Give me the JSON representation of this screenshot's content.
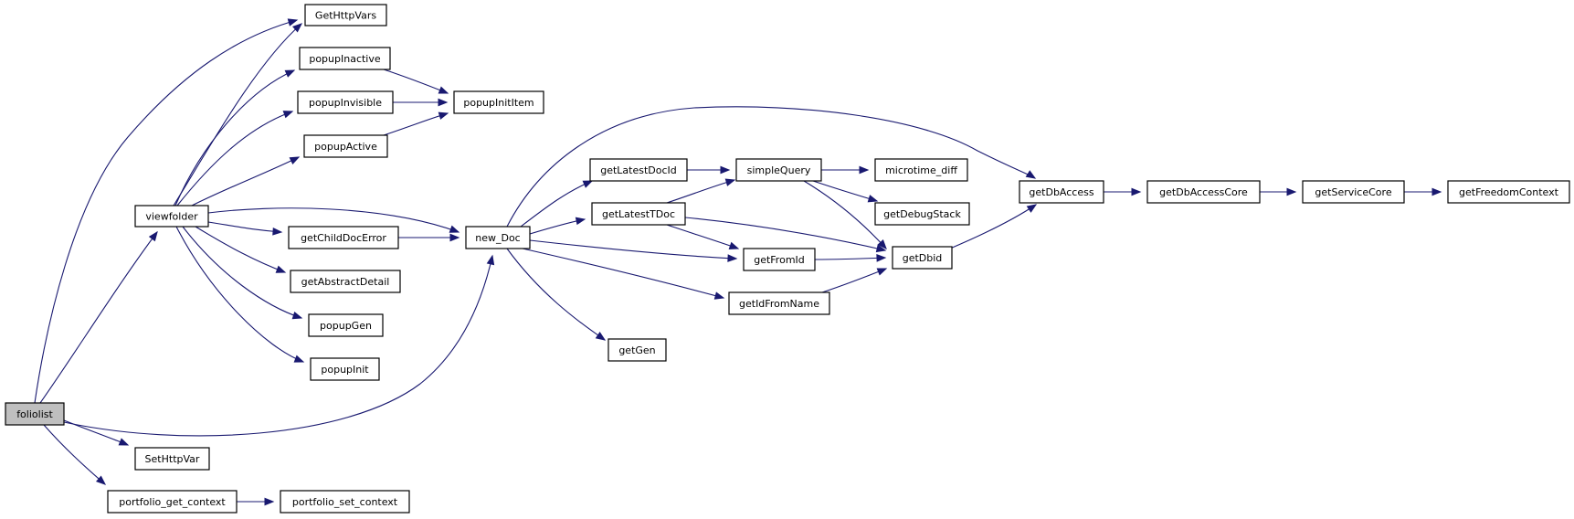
{
  "diagram": {
    "nodes": [
      {
        "id": "foliolist",
        "label": "foliolist",
        "root": true
      },
      {
        "id": "GetHttpVars",
        "label": "GetHttpVars"
      },
      {
        "id": "popupInactive",
        "label": "popupInactive"
      },
      {
        "id": "popupInvisible",
        "label": "popupInvisible"
      },
      {
        "id": "popupActive",
        "label": "popupActive"
      },
      {
        "id": "popupInitItem",
        "label": "popupInitItem"
      },
      {
        "id": "viewfolder",
        "label": "viewfolder"
      },
      {
        "id": "getChildDocError",
        "label": "getChildDocError"
      },
      {
        "id": "getAbstractDetail",
        "label": "getAbstractDetail"
      },
      {
        "id": "popupGen",
        "label": "popupGen"
      },
      {
        "id": "popupInit",
        "label": "popupInit"
      },
      {
        "id": "new_Doc",
        "label": "new_Doc"
      },
      {
        "id": "getLatestDocId",
        "label": "getLatestDocId"
      },
      {
        "id": "getLatestTDoc",
        "label": "getLatestTDoc"
      },
      {
        "id": "simpleQuery",
        "label": "simpleQuery"
      },
      {
        "id": "microtime_diff",
        "label": "microtime_diff"
      },
      {
        "id": "getDebugStack",
        "label": "getDebugStack"
      },
      {
        "id": "getFromId",
        "label": "getFromId"
      },
      {
        "id": "getIdFromName",
        "label": "getIdFromName"
      },
      {
        "id": "getGen",
        "label": "getGen"
      },
      {
        "id": "getDbid",
        "label": "getDbid"
      },
      {
        "id": "getDbAccess",
        "label": "getDbAccess"
      },
      {
        "id": "getDbAccessCore",
        "label": "getDbAccessCore"
      },
      {
        "id": "getServiceCore",
        "label": "getServiceCore"
      },
      {
        "id": "getFreedomContext",
        "label": "getFreedomContext"
      },
      {
        "id": "SetHttpVar",
        "label": "SetHttpVar"
      },
      {
        "id": "portfolio_get_context",
        "label": "portfolio_get_context"
      },
      {
        "id": "portfolio_set_context",
        "label": "portfolio_set_context"
      }
    ],
    "edges": [
      {
        "from": "foliolist",
        "to": "GetHttpVars"
      },
      {
        "from": "foliolist",
        "to": "viewfolder"
      },
      {
        "from": "foliolist",
        "to": "new_Doc"
      },
      {
        "from": "foliolist",
        "to": "SetHttpVar"
      },
      {
        "from": "foliolist",
        "to": "portfolio_get_context"
      },
      {
        "from": "viewfolder",
        "to": "GetHttpVars"
      },
      {
        "from": "viewfolder",
        "to": "popupInactive"
      },
      {
        "from": "viewfolder",
        "to": "popupInvisible"
      },
      {
        "from": "viewfolder",
        "to": "popupActive"
      },
      {
        "from": "viewfolder",
        "to": "new_Doc"
      },
      {
        "from": "viewfolder",
        "to": "getChildDocError"
      },
      {
        "from": "viewfolder",
        "to": "getAbstractDetail"
      },
      {
        "from": "viewfolder",
        "to": "popupGen"
      },
      {
        "from": "viewfolder",
        "to": "popupInit"
      },
      {
        "from": "popupInactive",
        "to": "popupInitItem"
      },
      {
        "from": "popupInvisible",
        "to": "popupInitItem"
      },
      {
        "from": "popupActive",
        "to": "popupInitItem"
      },
      {
        "from": "getChildDocError",
        "to": "new_Doc"
      },
      {
        "from": "new_Doc",
        "to": "getDbAccess"
      },
      {
        "from": "new_Doc",
        "to": "getLatestDocId"
      },
      {
        "from": "new_Doc",
        "to": "getLatestTDoc"
      },
      {
        "from": "new_Doc",
        "to": "getFromId"
      },
      {
        "from": "new_Doc",
        "to": "getIdFromName"
      },
      {
        "from": "new_Doc",
        "to": "getGen"
      },
      {
        "from": "getLatestDocId",
        "to": "simpleQuery"
      },
      {
        "from": "getLatestTDoc",
        "to": "simpleQuery"
      },
      {
        "from": "getLatestTDoc",
        "to": "getFromId"
      },
      {
        "from": "getLatestTDoc",
        "to": "getDbid"
      },
      {
        "from": "simpleQuery",
        "to": "microtime_diff"
      },
      {
        "from": "simpleQuery",
        "to": "getDebugStack"
      },
      {
        "from": "simpleQuery",
        "to": "getDbid"
      },
      {
        "from": "getFromId",
        "to": "getDbid"
      },
      {
        "from": "getIdFromName",
        "to": "getDbid"
      },
      {
        "from": "getDbid",
        "to": "getDbAccess"
      },
      {
        "from": "getDbAccess",
        "to": "getDbAccessCore"
      },
      {
        "from": "getDbAccessCore",
        "to": "getServiceCore"
      },
      {
        "from": "getServiceCore",
        "to": "getFreedomContext"
      },
      {
        "from": "portfolio_get_context",
        "to": "portfolio_set_context"
      }
    ],
    "colors": {
      "edge": "#191970",
      "root_fill": "#bfbfbf",
      "node_fill": "#ffffff",
      "node_border": "#000000"
    }
  }
}
